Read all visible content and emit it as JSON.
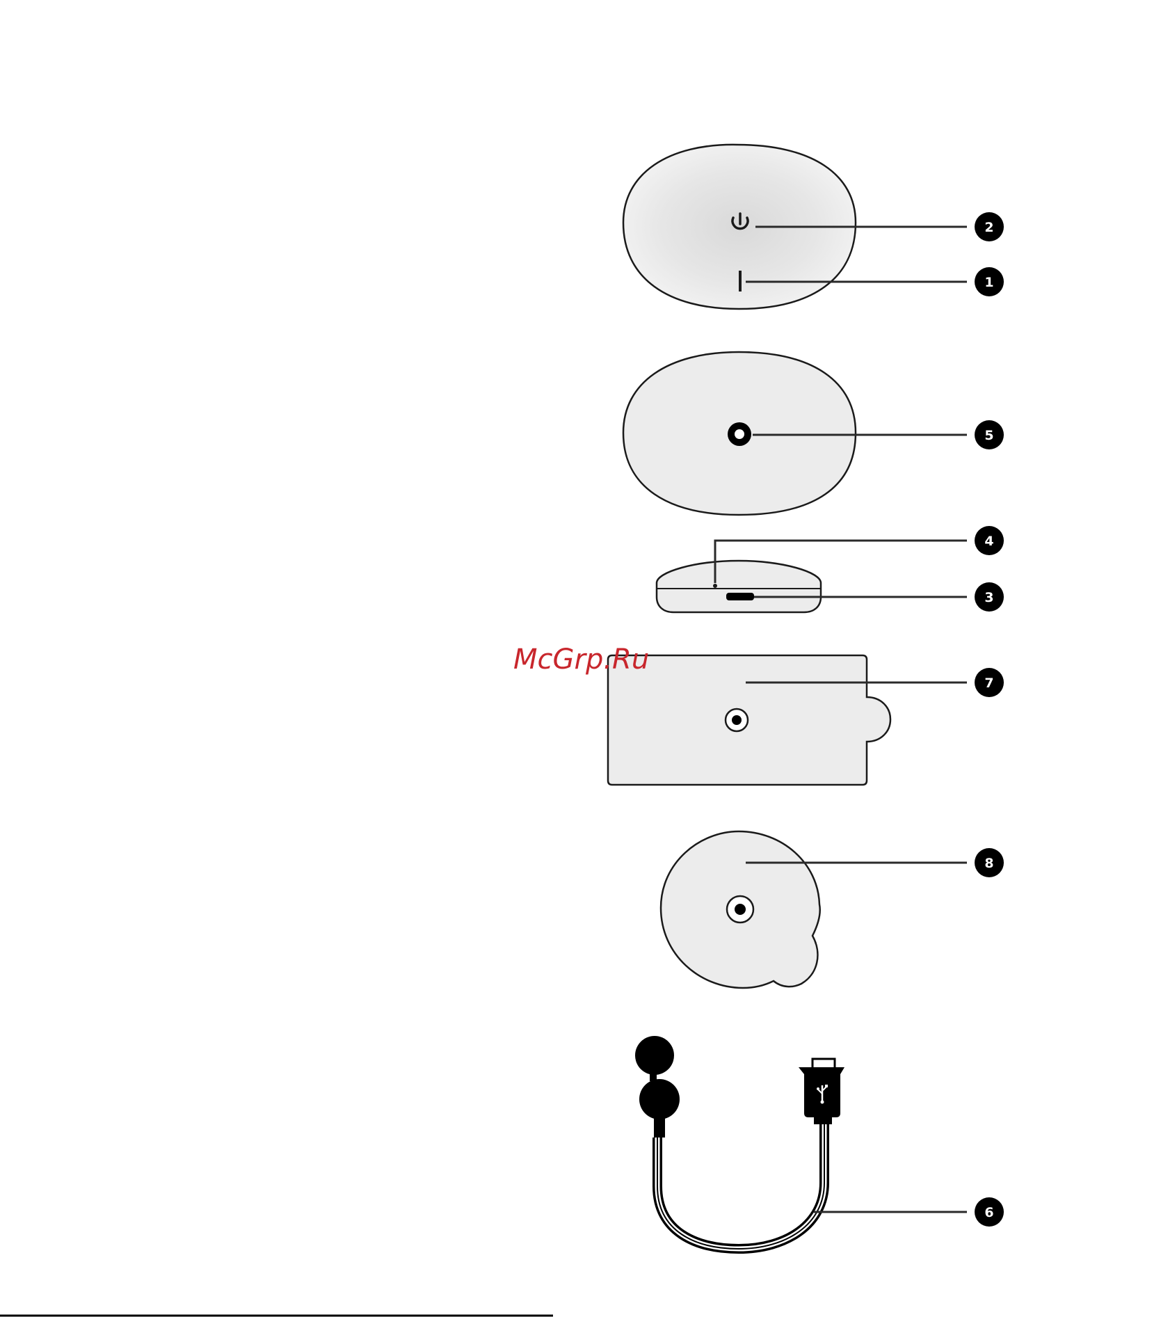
{
  "watermark": "McGrp.Ru",
  "callouts": [
    {
      "num": "2",
      "part": "power-button"
    },
    {
      "num": "1",
      "part": "status-light"
    },
    {
      "num": "5",
      "part": "mount-connector"
    },
    {
      "num": "4",
      "part": "reset-pinhole"
    },
    {
      "num": "3",
      "part": "charging-port"
    },
    {
      "num": "7",
      "part": "adhesive-mount-rectangular"
    },
    {
      "num": "8",
      "part": "adhesive-mount-round"
    },
    {
      "num": "6",
      "part": "usb-charging-cable"
    }
  ],
  "colors": {
    "outline": "#1a1a1a",
    "fill": "#ececec",
    "callout": "#000000",
    "watermark": "#c8262c"
  }
}
